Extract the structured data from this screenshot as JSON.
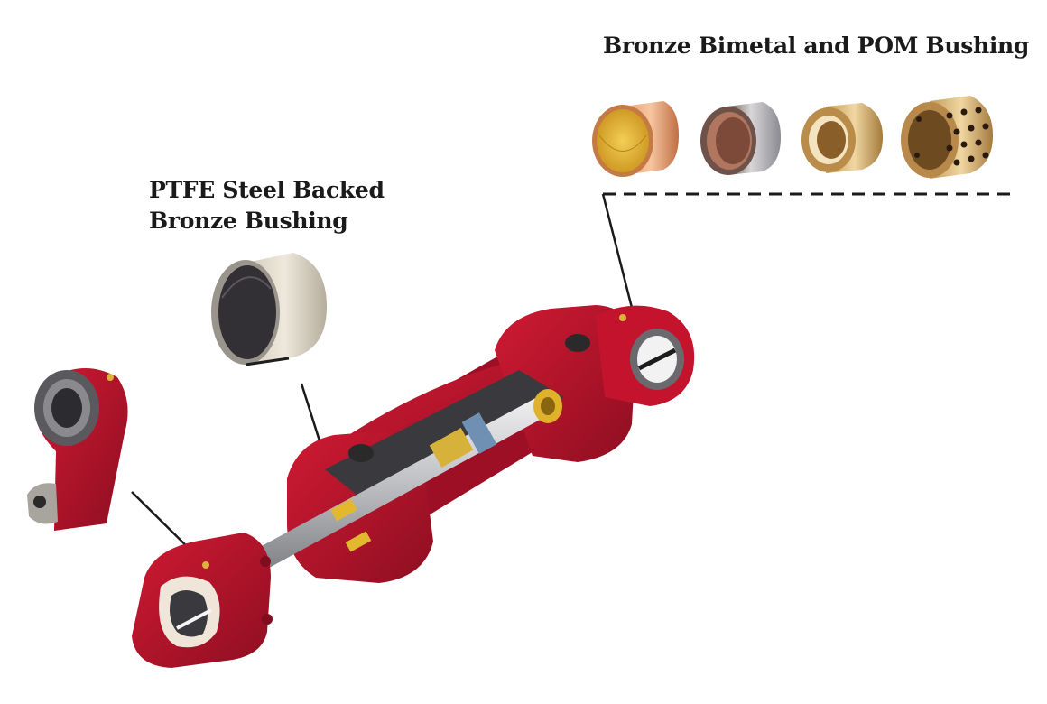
{
  "labels": {
    "bimetal_pom": "Bronze Bimetal and POM Bushing",
    "ptfe_line1": "PTFE Steel Backed",
    "ptfe_line2": "Bronze Bushing"
  },
  "colors": {
    "cylinder_red": "#b4122a",
    "cylinder_dark_red": "#7e0d1e",
    "rod_steel": "#c9c9cc",
    "bronze": "#c99a52",
    "copper": "#d98a5a",
    "ptfe_yellow": "#e0b12a",
    "pom_gold": "#d8c07a",
    "steel_grey": "#8a8580"
  },
  "icons": {
    "ptfe_bushing": "ptfe-steel-backed-bushing-icon",
    "bimetal_bushings": [
      "copper-bimetal-bushing-icon",
      "steel-bimetal-bushing-icon",
      "bronze-flanged-bushing-icon",
      "graphite-plugged-bronze-bushing-icon"
    ],
    "rod_end": "rod-end-eye-icon",
    "cylinder": "hydraulic-cylinder-cutaway-icon"
  }
}
